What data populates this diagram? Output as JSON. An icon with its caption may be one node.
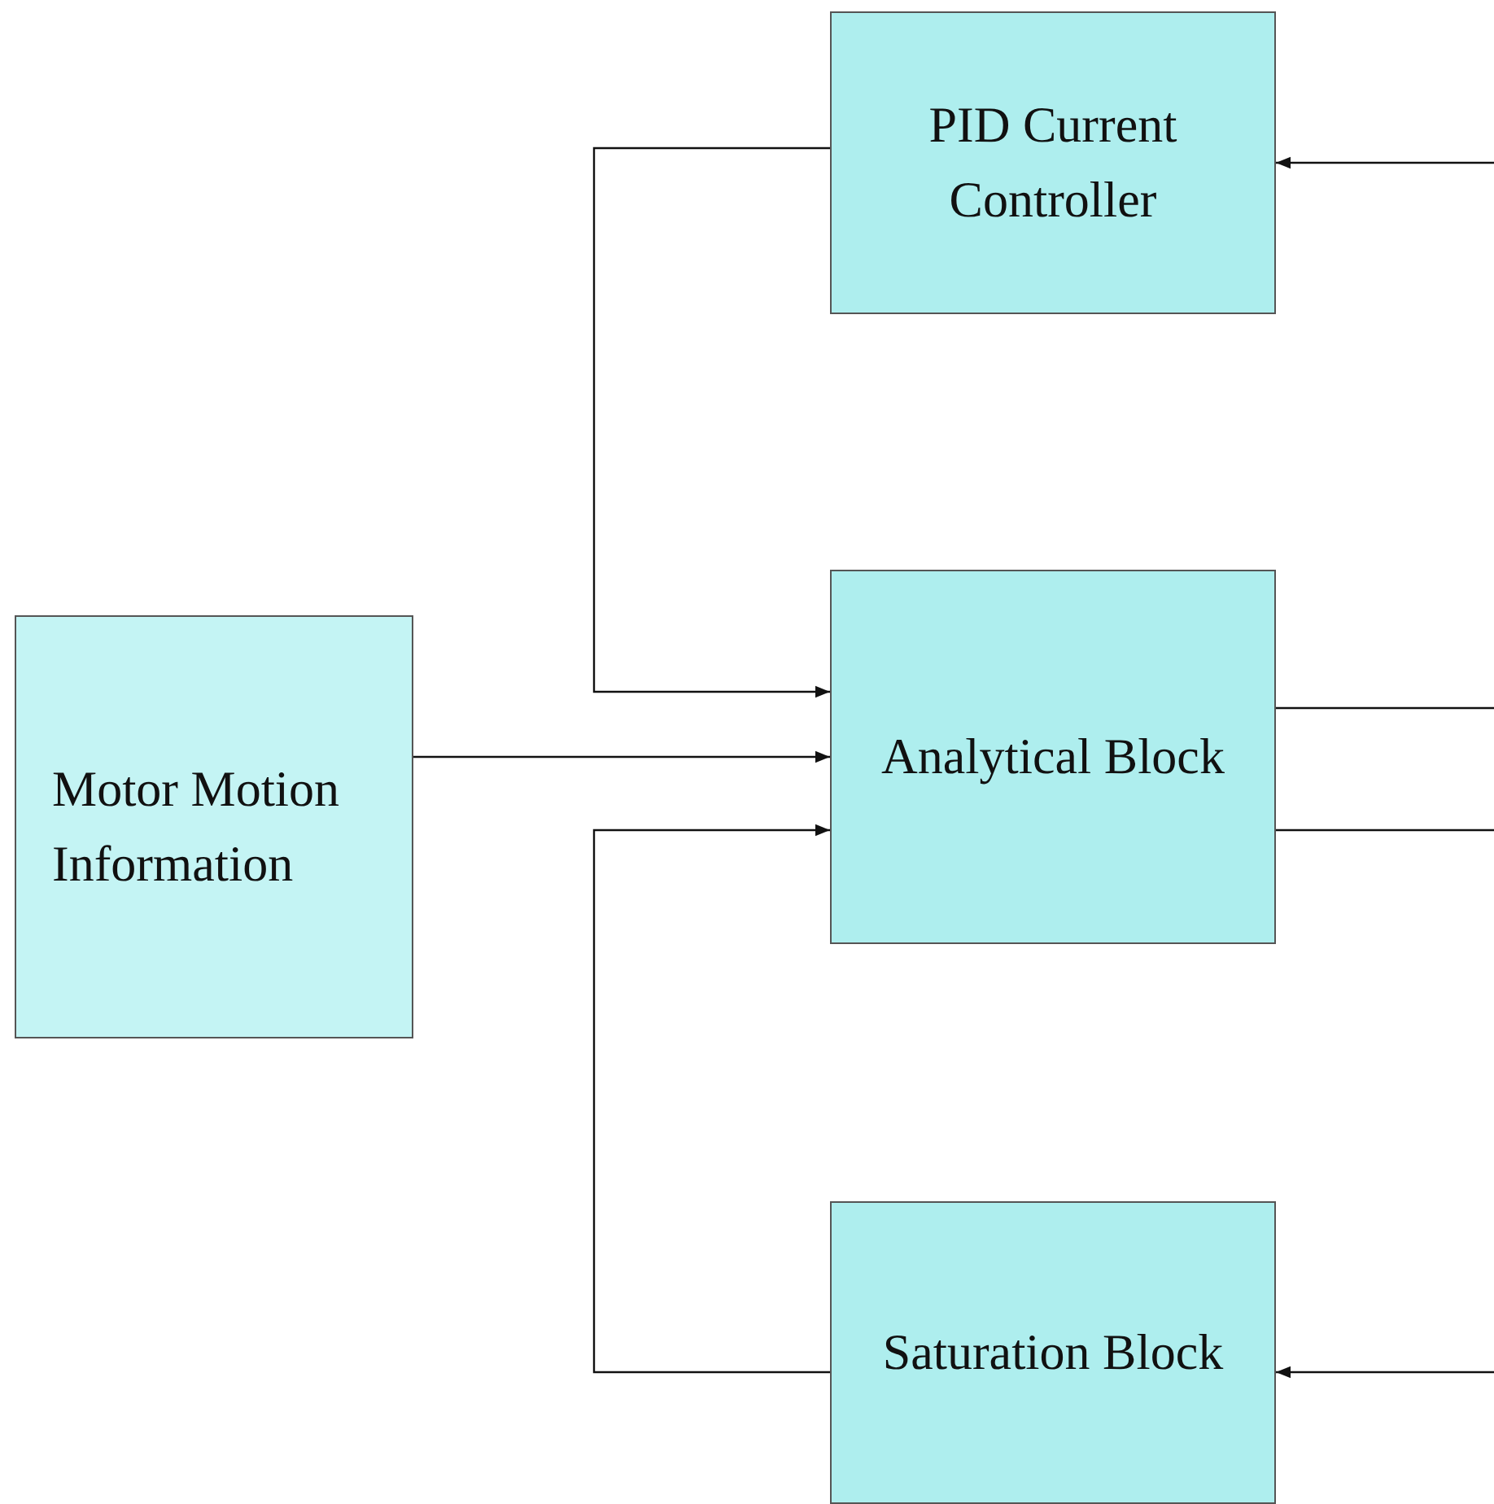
{
  "diagram": {
    "nodes": [
      {
        "text": [
          "PID Current Controller"
        ]
      },
      {
        "text": [
          "Motor Motion Information"
        ]
      },
      {
        "text": [
          "Analytical Block"
        ]
      },
      {
        "text": [
          "Saturation Block"
        ]
      }
    ],
    "edges": [
      {
        "from": 0,
        "to": 2,
        "arrow": "to"
      },
      {
        "from": 1,
        "to": 2,
        "arrow": "to"
      },
      {
        "from": 3,
        "to": 2,
        "arrow": "to"
      },
      {
        "from": null,
        "to": 0,
        "arrow": "to"
      },
      {
        "from": 2,
        "to": null,
        "arrow": "none"
      },
      {
        "from": 2,
        "to": null,
        "arrow": "none"
      },
      {
        "from": null,
        "to": 3,
        "arrow": "to"
      }
    ]
  }
}
